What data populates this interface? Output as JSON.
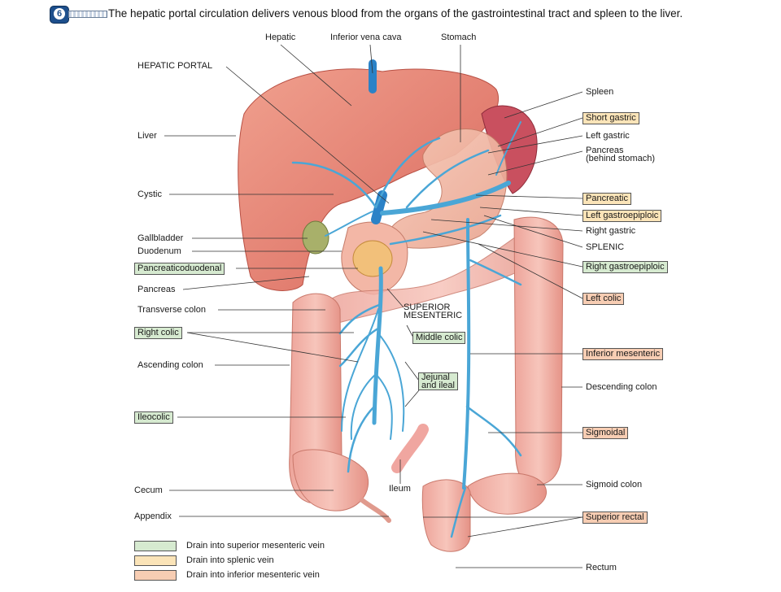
{
  "figure": {
    "number": "6",
    "caption": "The hepatic portal circulation delivers venous blood from the organs of the gastrointestinal tract and spleen to the liver."
  },
  "top_labels": {
    "hepatic": "Hepatic",
    "ivc": "Inferior vena cava",
    "stomach": "Stomach"
  },
  "left_labels": {
    "hepatic_portal": "HEPATIC PORTAL",
    "liver": "Liver",
    "cystic": "Cystic",
    "gallbladder": "Gallbladder",
    "duodenum": "Duodenum",
    "pancreaticoduodenal": "Pancreaticoduodenal",
    "pancreas": "Pancreas",
    "transverse_colon": "Transverse colon",
    "right_colic": "Right colic",
    "ascending_colon": "Ascending colon",
    "ileocolic": "Ileocolic",
    "cecum": "Cecum",
    "appendix": "Appendix"
  },
  "center_labels": {
    "superior_mesenteric_1": "SUPERIOR",
    "superior_mesenteric_2": "MESENTERIC",
    "middle_colic": "Middle colic",
    "jejunal_1": "Jejunal",
    "jejunal_2": "and ileal",
    "ileum": "Ileum"
  },
  "right_labels": {
    "spleen": "Spleen",
    "short_gastric": "Short gastric",
    "left_gastric": "Left gastric",
    "pancreas_1": "Pancreas",
    "pancreas_2": "(behind stomach)",
    "pancreatic": "Pancreatic",
    "left_gastroepiploic": "Left gastroepiploic",
    "right_gastric": "Right gastric",
    "splenic": "SPLENIC",
    "right_gastroepiploic": "Right gastroepiploic",
    "left_colic": "Left colic",
    "inferior_mesenteric": "Inferior mesenteric",
    "descending_colon": "Descending colon",
    "sigmoidal": "Sigmoidal",
    "sigmoid_colon": "Sigmoid colon",
    "superior_rectal": "Superior rectal",
    "rectum": "Rectum"
  },
  "legend": [
    {
      "text": "Drain into superior mesenteric vein",
      "color": "#d6ead0"
    },
    {
      "text": "Drain into splenic vein",
      "color": "#fbe4b8"
    },
    {
      "text": "Drain into inferior mesenteric vein",
      "color": "#f7cdb3"
    }
  ],
  "colors": {
    "vein": "#4aa6d6",
    "portal_vein": "#2b82c7",
    "organ": "#f0a6a0",
    "liver": "#e57b6f",
    "spleen": "#c9505f"
  }
}
